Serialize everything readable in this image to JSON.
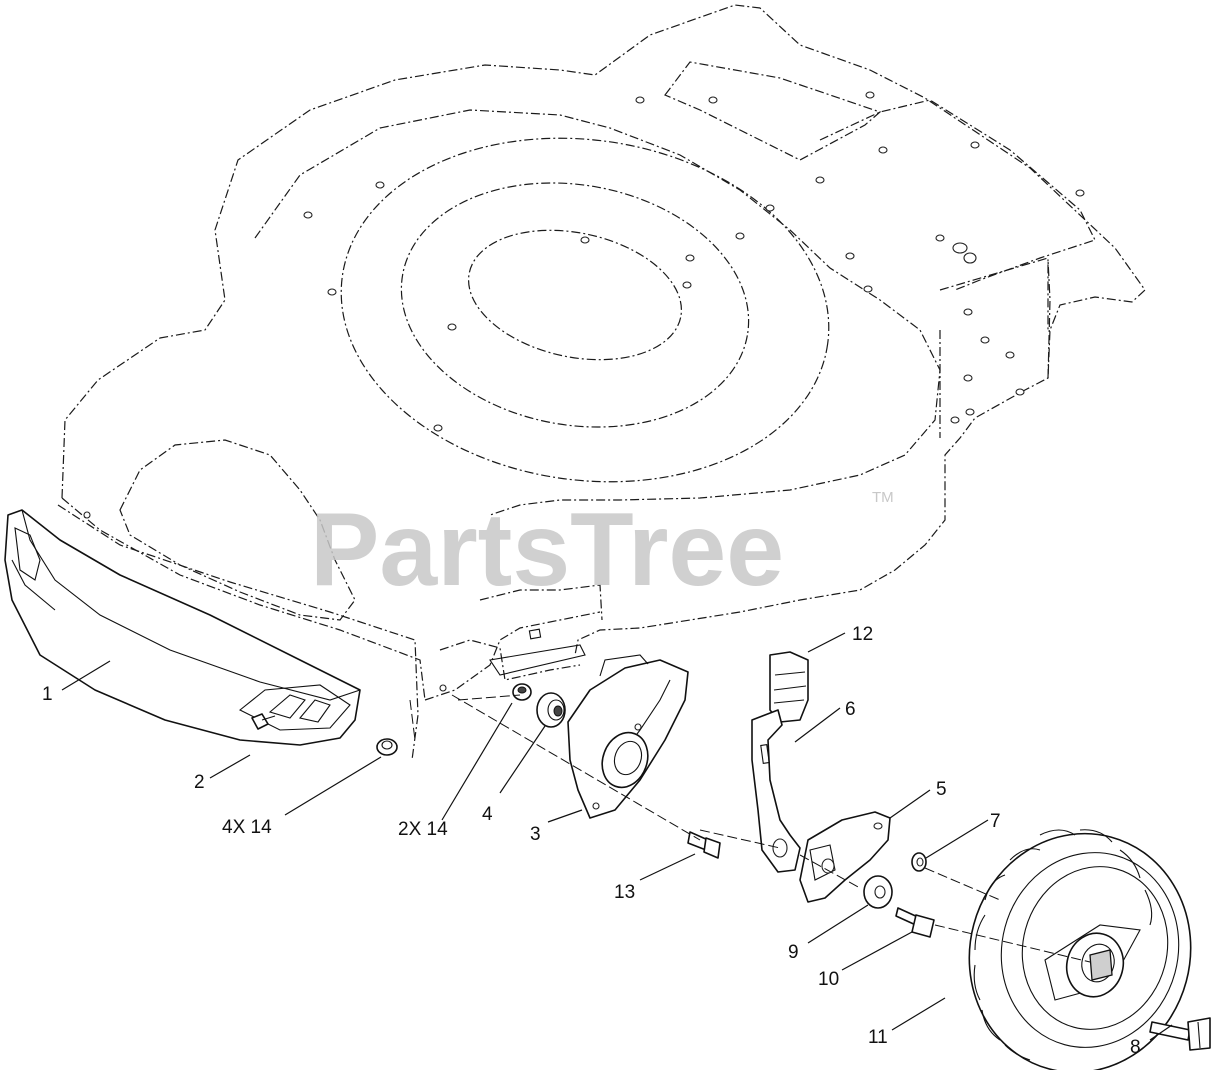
{
  "watermark": {
    "text": "PartsTree",
    "trademark": "TM"
  },
  "callouts": {
    "c1": "1",
    "c2": "2",
    "c4x14": "4X 14",
    "c2x14": "2X 14",
    "c4": "4",
    "c3": "3",
    "c13": "13",
    "c12": "12",
    "c6": "6",
    "c5": "5",
    "c7": "7",
    "c9": "9",
    "c10": "10",
    "c11": "11",
    "c8": "8"
  }
}
